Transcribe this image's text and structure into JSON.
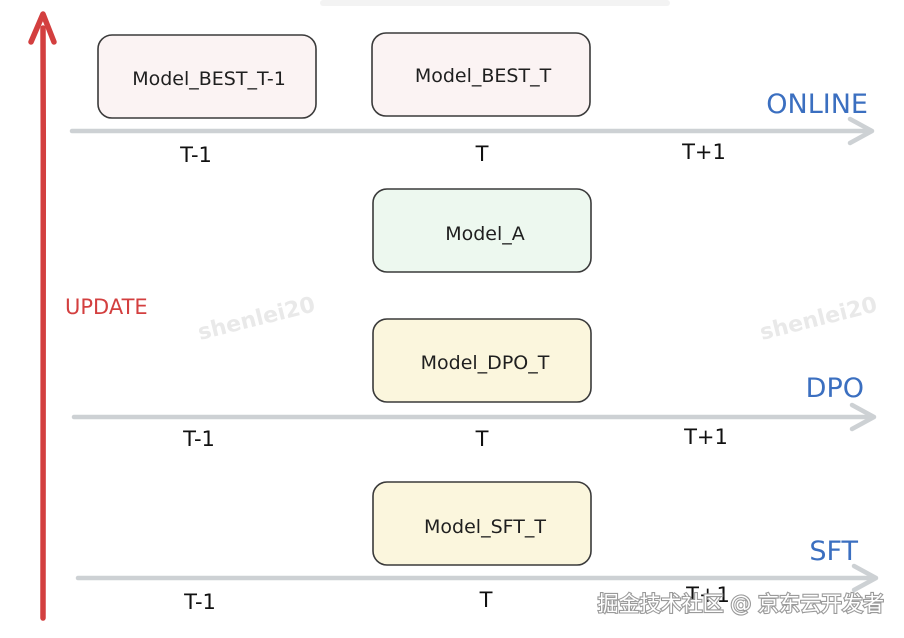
{
  "colors": {
    "update_arrow": "#d33f3f",
    "lane_label": "#3b6fc0",
    "axis": "#cdd1d4",
    "box_stroke": "#3a3a3a",
    "best_fill": "#fbf3f3",
    "model_a_fill": "#edf8ef",
    "dpo_sft_fill": "#fbf6dd"
  },
  "update_label": "UPDATE",
  "lanes": {
    "online": {
      "label": "ONLINE",
      "ticks": [
        "T-1",
        "T",
        "T+1"
      ],
      "boxes": [
        "Model_BEST_T-1",
        "Model_BEST_T"
      ]
    },
    "middle": {
      "boxes": [
        "Model_A"
      ]
    },
    "dpo": {
      "label": "DPO",
      "ticks": [
        "T-1",
        "T",
        "T+1"
      ],
      "boxes": [
        "Model_DPO_T"
      ]
    },
    "sft": {
      "label": "SFT",
      "ticks": [
        "T-1",
        "T",
        "T+1"
      ],
      "boxes": [
        "Model_SFT_T"
      ]
    }
  },
  "watermarks": [
    "shenlei20",
    "shenlei20"
  ],
  "footer": "掘金技术社区 @ 京东云开发者"
}
